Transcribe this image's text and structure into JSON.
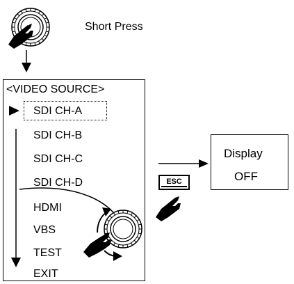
{
  "instruction": {
    "action_label": "Short Press"
  },
  "menu": {
    "title": "<VIDEO SOURCE>",
    "items": [
      "SDI CH-A",
      "SDI CH-B",
      "SDI CH-C",
      "SDI CH-D",
      "HDMI",
      "VBS",
      "TEST",
      "EXIT"
    ],
    "selected_index": 0
  },
  "escape": {
    "key_label": "ESC"
  },
  "result": {
    "line1": "Display",
    "line2": "OFF"
  },
  "icons": [
    "rotary-knob-icon",
    "pointing-hand-icon",
    "down-arrow-icon",
    "right-arrow-icon",
    "selection-pointer-icon",
    "rotate-arrows-icon"
  ]
}
